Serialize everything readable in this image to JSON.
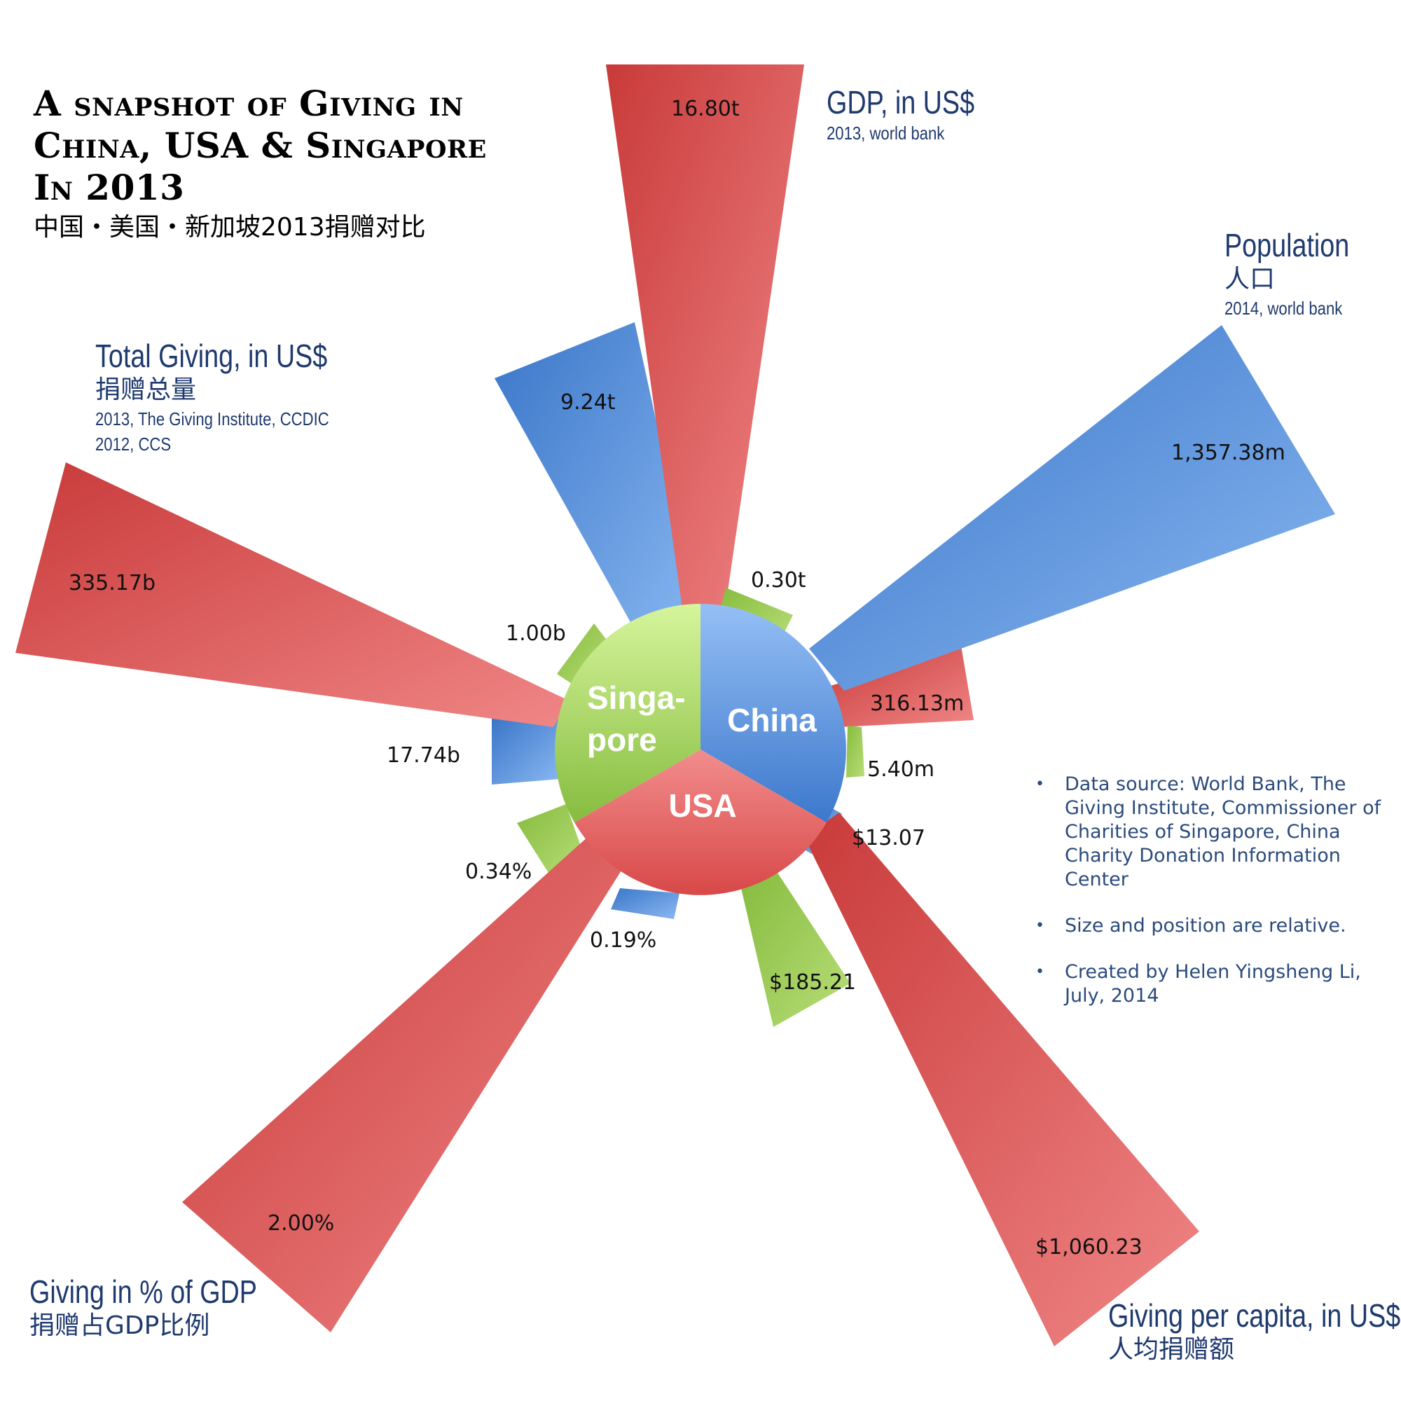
{
  "title": {
    "lines": [
      "A snapshot of Giving in",
      "China, USA & Singapore",
      "In 2013"
    ],
    "subtitle": "中国・美国・新加坡2013捐赠对比"
  },
  "metrics": {
    "gdp": {
      "en": "GDP, in US$",
      "zh": "",
      "source_lines": [
        "2013, world bank"
      ]
    },
    "population": {
      "en": "Population",
      "zh": "人口",
      "source_lines": [
        "2014, world bank"
      ]
    },
    "total_giving": {
      "en": "Total Giving, in US$",
      "zh": "捐赠总量",
      "source_lines": [
        "2013, The Giving Institute, CCDIC",
        "2012, CCS"
      ]
    },
    "giving_pct_gdp": {
      "en": "Giving in % of GDP",
      "zh": "捐赠占GDP比例",
      "source_lines": []
    },
    "giving_per_capita": {
      "en": "Giving per capita, in US$",
      "zh": "人均捐赠额",
      "source_lines": []
    }
  },
  "countries": {
    "china": {
      "label": "China",
      "color": "#4a86d8"
    },
    "usa": {
      "label": "USA",
      "color": "#e05a5a"
    },
    "singapore_line1": "Singa-",
    "singapore_line2": "pore",
    "singapore_color": "#98cc55"
  },
  "notes": [
    "Data source: World Bank, The Giving Institute, Commissioner of Charities of Singapore, China Charity Donation Information Center",
    "Size and position are relative.",
    "Created by Helen Yingsheng Li, July, 2014"
  ],
  "chart_data": {
    "type": "radial-bar",
    "groups": [
      {
        "metric": "GDP, in US$",
        "values": {
          "USA": "16.80t",
          "China": "9.24t",
          "Singapore": "0.30t"
        }
      },
      {
        "metric": "Population",
        "values": {
          "China": "1,357.38m",
          "USA": "316.13m",
          "Singapore": "5.40m"
        }
      },
      {
        "metric": "Giving per capita, in US$",
        "values": {
          "China": "$13.07",
          "USA": "$1,060.23",
          "Singapore": "$185.21"
        }
      },
      {
        "metric": "Giving in % of GDP",
        "values": {
          "China": "0.19%",
          "USA": "2.00%",
          "Singapore": "0.34%"
        }
      },
      {
        "metric": "Total Giving, in US$",
        "values": {
          "USA": "335.17b",
          "China": "17.74b",
          "Singapore": "1.00b"
        }
      }
    ]
  }
}
